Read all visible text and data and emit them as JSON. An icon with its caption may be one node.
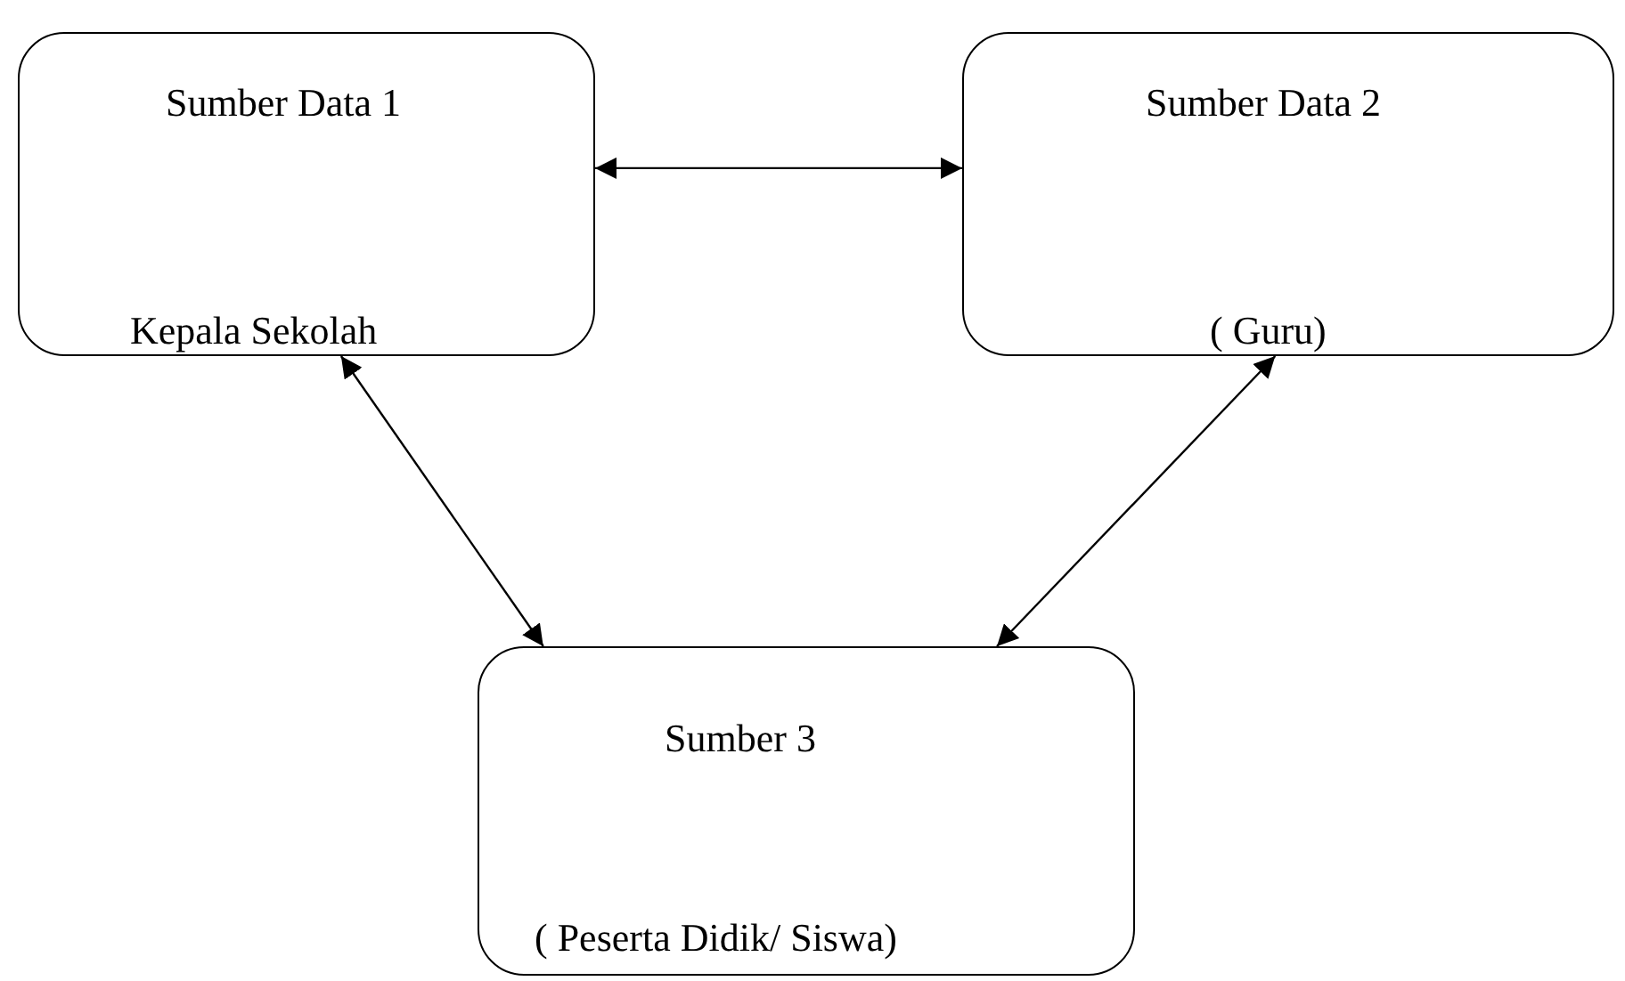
{
  "diagram": {
    "nodes": [
      {
        "text": [
          "Sumber Data 1",
          "Kepala Sekolah"
        ]
      },
      {
        "text": [
          "Sumber Data 2",
          "( Guru)"
        ]
      },
      {
        "text": [
          "Sumber 3",
          "( Peserta Didik/ Siswa)"
        ]
      }
    ],
    "edges": [
      {
        "from": 0,
        "to": 1,
        "arrow": "both"
      },
      {
        "from": 0,
        "to": 2,
        "arrow": "both"
      },
      {
        "from": 1,
        "to": 2,
        "arrow": "both"
      }
    ]
  }
}
